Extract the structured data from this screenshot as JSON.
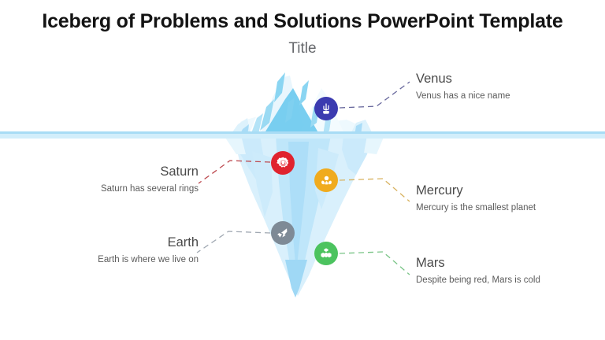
{
  "slide": {
    "title": "Iceberg of Problems and Solutions PowerPoint Template",
    "subtitle": "Title",
    "background_color": "#ffffff"
  },
  "artwork": {
    "name": "iceberg-illustration",
    "waterline_color": "#bfe4f7",
    "ice_above_colors": [
      "#ffffff",
      "#e8f6fd",
      "#bfe4f7",
      "#8fd3f4",
      "#5bc0ec"
    ],
    "ice_below_colors": [
      "#dff2fc",
      "#c7e9fa",
      "#a7dcf7"
    ]
  },
  "callouts": [
    {
      "key": "venus",
      "title": "Venus",
      "description": "Venus has a nice name",
      "side": "right",
      "icon_name": "cactus-plant-icon",
      "icon_color": "#3b3bb0",
      "line_color": "#5c5c99"
    },
    {
      "key": "saturn",
      "title": "Saturn",
      "description": "Saturn has several rings",
      "side": "left",
      "icon_name": "gear-lightbulb-icon",
      "icon_color": "#e0232e",
      "line_color": "#b5434a"
    },
    {
      "key": "mercury",
      "title": "Mercury",
      "description": "Mercury is the smallest planet",
      "side": "right",
      "icon_name": "hand-holding-heart-icon",
      "icon_color": "#f0ab1e",
      "line_color": "#d6b35c"
    },
    {
      "key": "earth",
      "title": "Earth",
      "description": "Earth is where we live on",
      "side": "left",
      "icon_name": "leaf-origami-icon",
      "icon_color": "#7e8a96",
      "line_color": "#9aa3ac"
    },
    {
      "key": "mars",
      "title": "Mars",
      "description": "Despite being red, Mars is cold",
      "side": "right",
      "icon_name": "stacked-cubes-icon",
      "icon_color": "#4cc35f",
      "line_color": "#6fc07c"
    }
  ]
}
